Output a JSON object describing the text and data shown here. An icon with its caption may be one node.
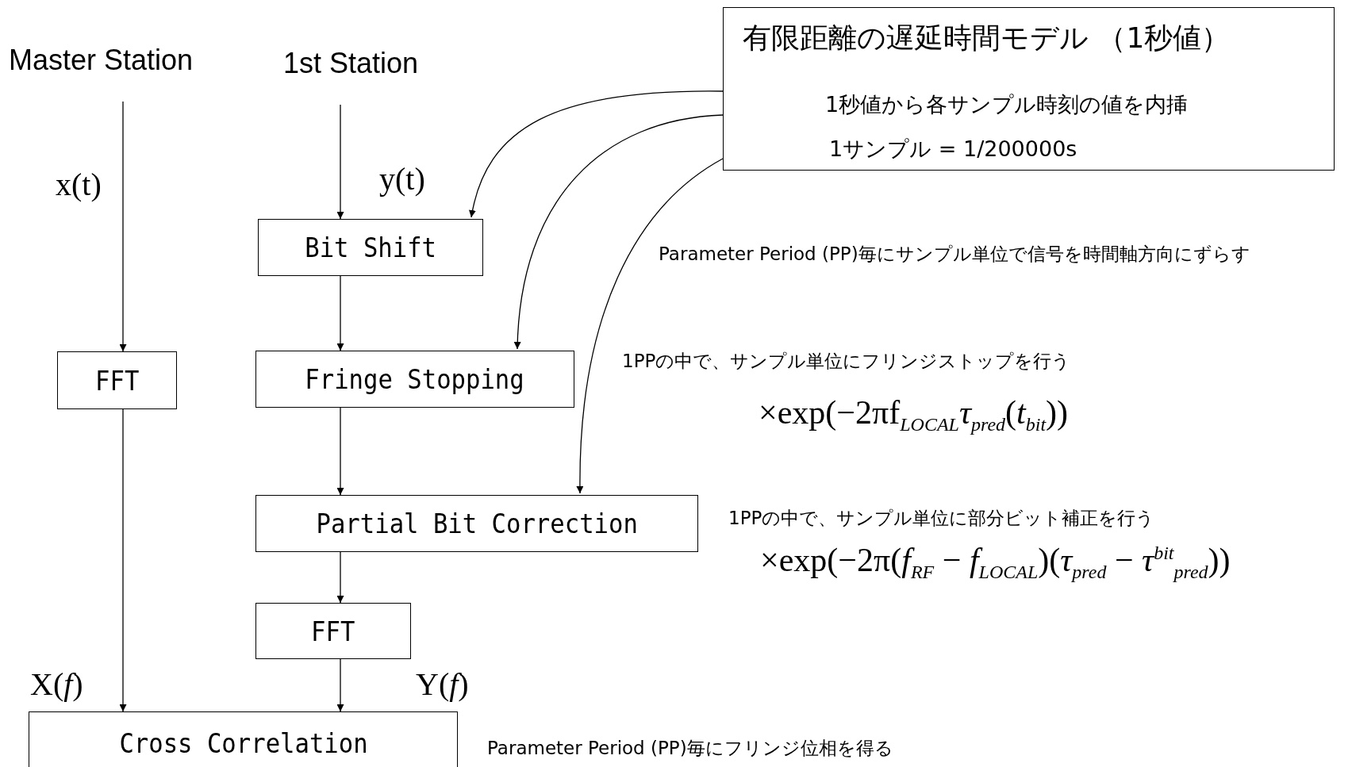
{
  "diagram": {
    "nodes": [
      {
        "text": [
          "Master Station"
        ]
      },
      {
        "text": [
          "1st Station"
        ]
      },
      {
        "text": [
          "FFT"
        ]
      },
      {
        "text": [
          "Bit Shift"
        ]
      },
      {
        "text": [
          "Fringe Stopping"
        ]
      },
      {
        "text": [
          "Partial Bit Correction"
        ]
      },
      {
        "text": [
          "FFT"
        ]
      },
      {
        "text": [
          "Cross Correlation"
        ]
      },
      {
        "text": [
          "有限距離の遅延時間モデル （1秒値）",
          "1秒値から各サンプル時刻の値を内挿",
          "1サンプル = 1/200000s"
        ]
      }
    ],
    "edges": [
      {
        "from": 0,
        "to": 2,
        "arrow": "to",
        "label": "x(t)"
      },
      {
        "from": 1,
        "to": 3,
        "arrow": "to",
        "label": "y(t)"
      },
      {
        "from": 8,
        "to": 3,
        "arrow": "to"
      },
      {
        "from": 8,
        "to": 4,
        "arrow": "to"
      },
      {
        "from": 8,
        "to": 5,
        "arrow": "to"
      },
      {
        "from": 3,
        "to": 4,
        "arrow": "to"
      },
      {
        "from": 4,
        "to": 5,
        "arrow": "to"
      },
      {
        "from": 5,
        "to": 6,
        "arrow": "to"
      },
      {
        "from": 2,
        "to": 7,
        "arrow": "to",
        "label": "X(*f*)"
      },
      {
        "from": 6,
        "to": 7,
        "arrow": "to",
        "label": "Y(*f*)"
      }
    ],
    "labels": [
      "Parameter Period (PP)毎にサンプル単位で信号を時間軸方向にずらす",
      "1PPの中で、サンプル単位にフリンジストップを行う",
      "×exp(−2πf$_{LOCAL}$*τ*$_{pred}$(*t*$_{bit}$))",
      "1PPの中で、サンプル単位に部分ビット補正を行う",
      "×exp(−2π(*f*$_{RF}$ − *f*$_{LOCAL}$)(*τ*$_{pred}$ − *τ*$^{bit}$$_{pred}$))",
      "Parameter Period (PP)毎にフリンジ位相を得る"
    ]
  }
}
